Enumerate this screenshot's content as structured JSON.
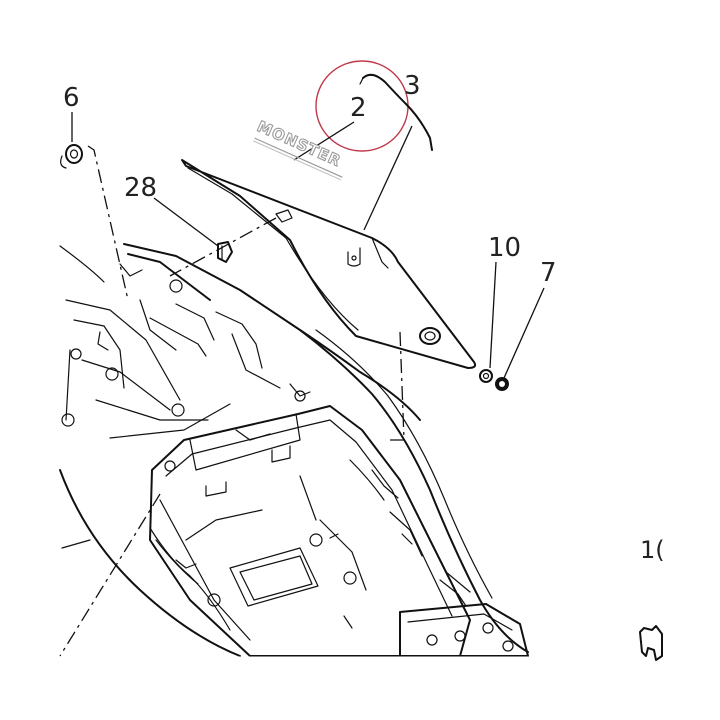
{
  "callouts": {
    "c6": "6",
    "c2": "2",
    "c3": "3",
    "c28": "28",
    "c10": "10",
    "c7": "7",
    "c16_partial": "1("
  },
  "decal": {
    "text": "MONSTER"
  },
  "colors": {
    "highlight_circle": "#c0394b",
    "line": "#111111",
    "decal_outline": "#9a9a9a"
  }
}
